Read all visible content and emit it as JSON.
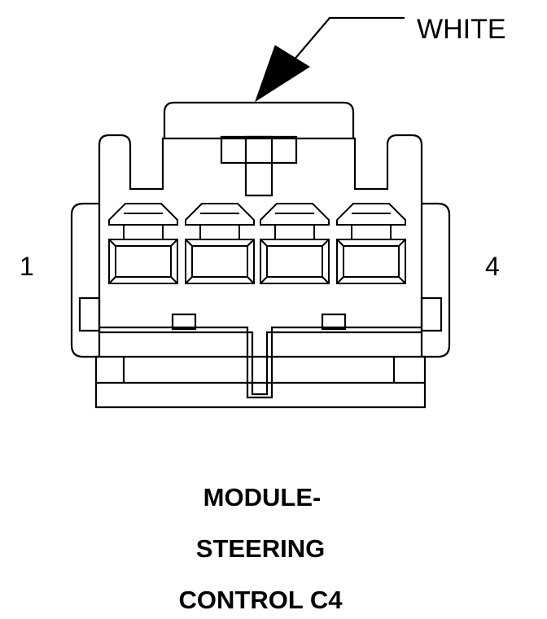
{
  "connector": {
    "color_callout": "WHITE",
    "pin_start": "1",
    "pin_end": "4",
    "title_lines": [
      "MODULE-",
      "STEERING",
      "CONTROL C4"
    ],
    "cavity_count": 4
  },
  "colors": {
    "line": "#000000",
    "background": "#ffffff"
  }
}
